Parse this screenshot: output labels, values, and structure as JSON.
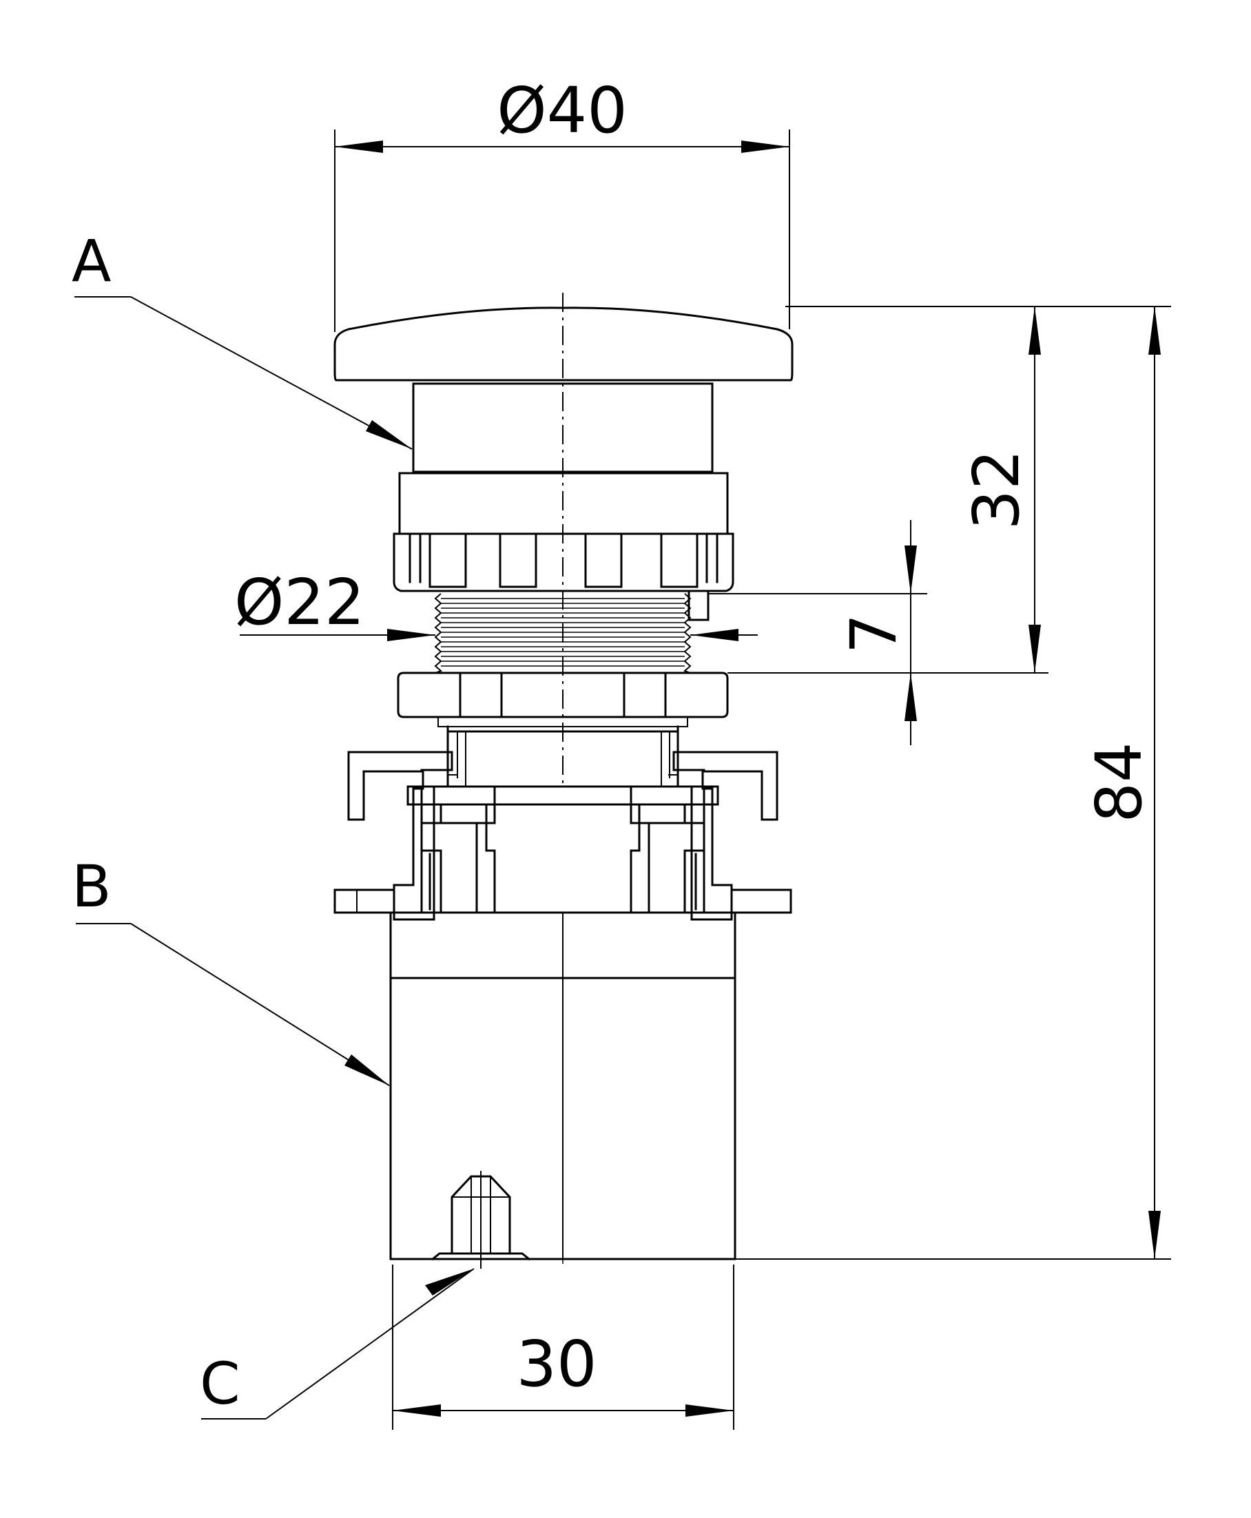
{
  "dimensions": {
    "head_diameter": "Ø40",
    "thread_diameter": "Ø22",
    "head_height": "32",
    "thread_length": "7",
    "overall_height": "84",
    "body_width": "30"
  },
  "callouts": {
    "a": "A",
    "b": "B",
    "c": "C"
  }
}
